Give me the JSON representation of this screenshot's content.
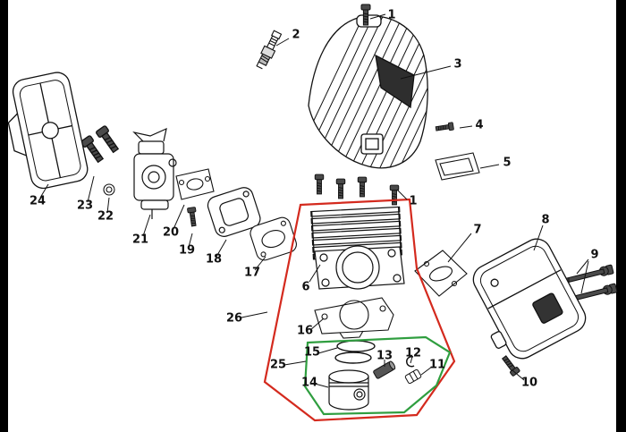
{
  "diagram": {
    "type": "exploded-parts-diagram",
    "subject": "small engine cylinder / piston / carburetor / muffler assembly",
    "background": "#ffffff"
  },
  "colors": {
    "line": "#111111",
    "metal_dark": "#4a4a4a",
    "highlight_red": "#d42a1e",
    "highlight_green": "#2f9e3f",
    "edge_bar": "#000000"
  },
  "callouts": [
    {
      "label": "1",
      "part": "cover-bolt"
    },
    {
      "label": "2",
      "part": "spark-plug"
    },
    {
      "label": "3",
      "part": "engine-cover"
    },
    {
      "label": "4",
      "part": "cover-screw"
    },
    {
      "label": "5",
      "part": "cover-gasket"
    },
    {
      "label": "1",
      "part": "cylinder-bolts"
    },
    {
      "label": "6",
      "part": "cylinder"
    },
    {
      "label": "7",
      "part": "muffler-gasket"
    },
    {
      "label": "8",
      "part": "muffler"
    },
    {
      "label": "9",
      "part": "muffler-bolts"
    },
    {
      "label": "10",
      "part": "bracket-bolt"
    },
    {
      "label": "11",
      "part": "needle-bearing"
    },
    {
      "label": "12",
      "part": "circlip"
    },
    {
      "label": "13",
      "part": "piston-pin"
    },
    {
      "label": "14",
      "part": "piston"
    },
    {
      "label": "15",
      "part": "piston-rings"
    },
    {
      "label": "16",
      "part": "cylinder-base-gasket"
    },
    {
      "label": "17",
      "part": "intake-gasket"
    },
    {
      "label": "18",
      "part": "intake-insulator"
    },
    {
      "label": "19",
      "part": "intake-bolt"
    },
    {
      "label": "20",
      "part": "carburetor-gasket"
    },
    {
      "label": "21",
      "part": "carburetor"
    },
    {
      "label": "22",
      "part": "nut"
    },
    {
      "label": "23",
      "part": "air-filter-bolts"
    },
    {
      "label": "24",
      "part": "air-filter-cover"
    },
    {
      "label": "25",
      "part": "piston-assembly-group"
    },
    {
      "label": "26",
      "part": "cylinder-assembly-group"
    }
  ]
}
